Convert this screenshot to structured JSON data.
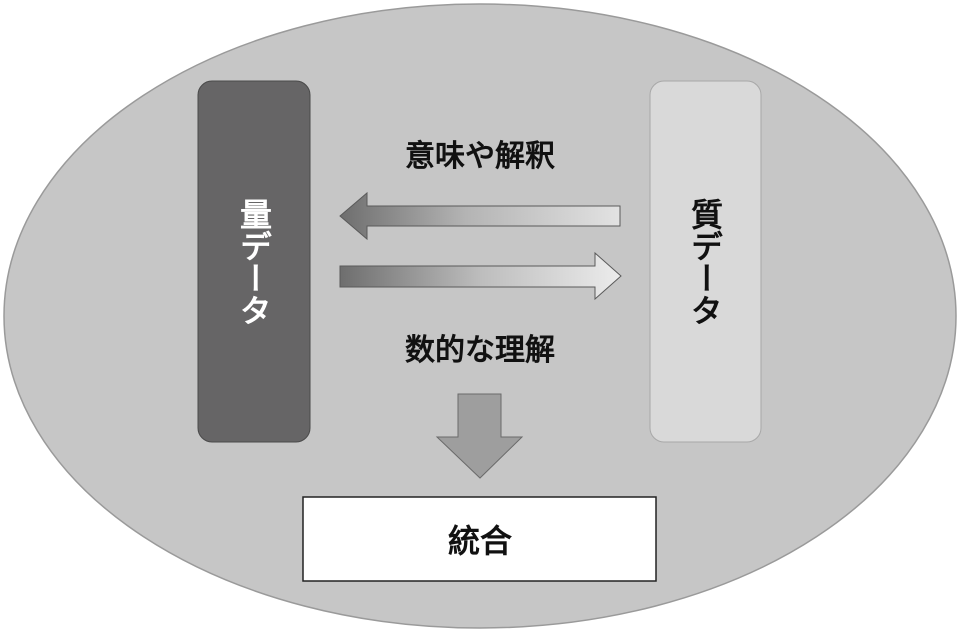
{
  "diagram": {
    "quantitative_label": "量データ",
    "qualitative_label": "質データ",
    "left_arrow_label": "意味や解釈",
    "right_arrow_label": "数的な理解",
    "integration_label": "統合"
  },
  "colors": {
    "ellipse_fill": "#c6c6c6",
    "ellipse_stroke": "#9a9a9a",
    "quantitative_fill": "#666566",
    "quantitative_text": "#ffffff",
    "qualitative_fill": "#d9d9d9",
    "qualitative_text": "#111111",
    "down_arrow_fill": "#9e9e9e",
    "integration_fill": "#ffffff",
    "integration_stroke": "#222222"
  }
}
